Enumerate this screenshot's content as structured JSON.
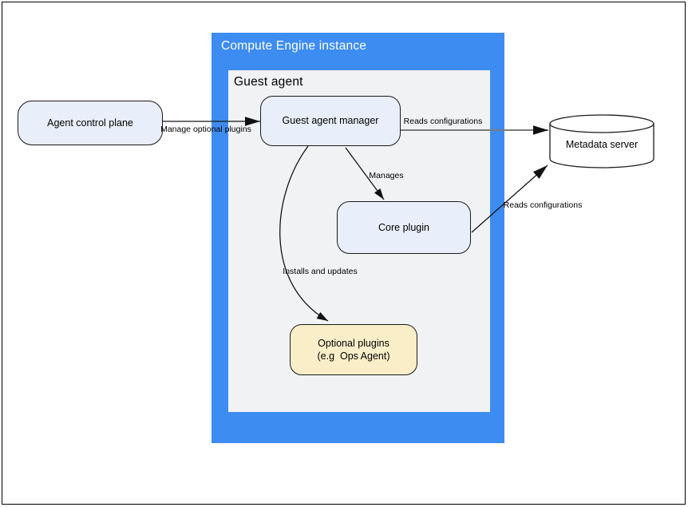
{
  "diagram": {
    "outer_title": "Compute Engine instance",
    "inner_title": "Guest agent",
    "nodes": {
      "agent_control_plane": {
        "label": "Agent control plane"
      },
      "guest_agent_manager": {
        "label": "Guest agent manager"
      },
      "core_plugin": {
        "label": "Core plugin"
      },
      "optional_plugins": {
        "line1": "Optional plugins",
        "line2": "(e.g  Ops Agent)"
      },
      "metadata_server": {
        "label": "Metadata server"
      }
    },
    "edges": {
      "manage_optional_plugins": {
        "label": "Manage optional plugins"
      },
      "reads_configurations_top": {
        "label": "Reads configurations"
      },
      "manages": {
        "label": "Manages"
      },
      "reads_configurations_bottom": {
        "label": "Reads configurations"
      },
      "installs_and_updates": {
        "label": "Installs and updates"
      }
    },
    "colors": {
      "container_blue": "#3d8cf1",
      "inner_gray": "#f1f2f4",
      "node_fill_blue": "#e9eefb",
      "node_fill_yellow": "#faeec8",
      "node_border": "#1a1a1a",
      "edge_color": "#141414",
      "reads_top_edge_color": "#7a7a7a",
      "cylinder_fill": "#ffffff",
      "outer_title_color": "#ffffff"
    }
  }
}
